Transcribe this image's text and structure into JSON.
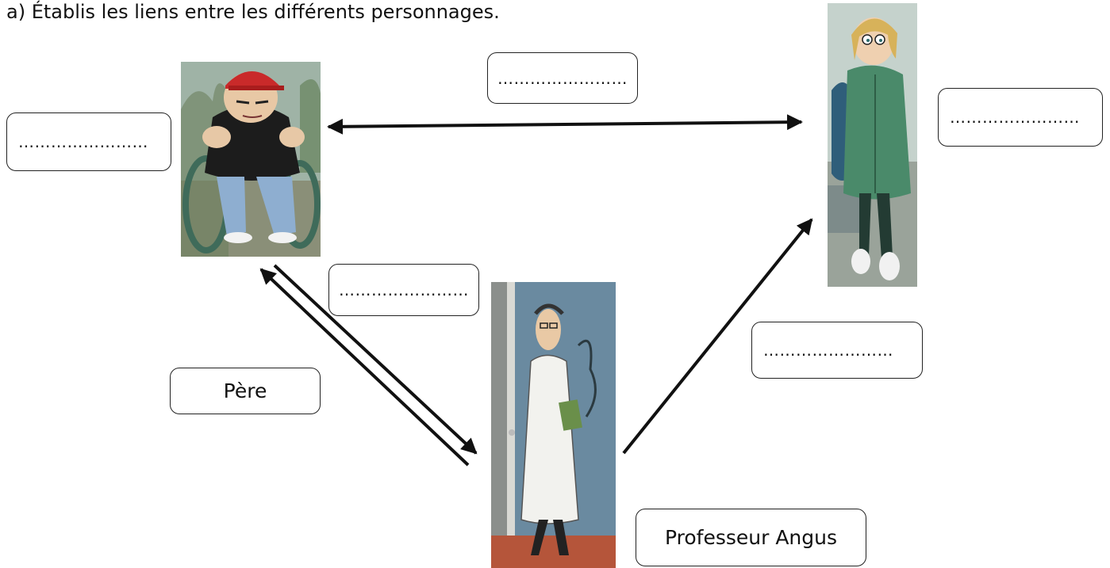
{
  "instruction": "a) Établis les liens entre les différents personnages.",
  "labels": {
    "top_center": "……………………",
    "left": "……………………",
    "right": "……………………",
    "middle_left": "……………………",
    "middle_right": "……………………",
    "pere": "Père",
    "professeur": "Professeur Angus"
  },
  "characters": {
    "boy_wheelchair": "boy-in-wheelchair",
    "girl": "girl-with-backpack",
    "professor": "professor-in-doorway"
  },
  "colors": {
    "arrow": "#111111",
    "box_border": "#222222"
  }
}
